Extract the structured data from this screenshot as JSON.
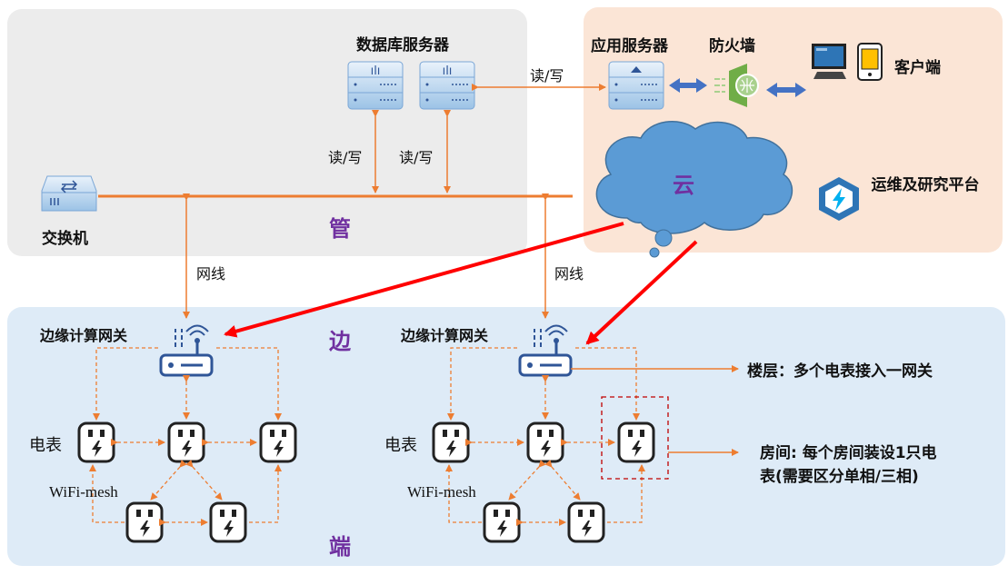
{
  "zones": {
    "guan": "管",
    "bian": "边",
    "duan": "端",
    "cloud": "云"
  },
  "labels": {
    "db_server": "数据库服务器",
    "app_server": "应用服务器",
    "firewall": "防火墙",
    "client": "客户端",
    "switch": "交换机",
    "platform": "运维及研究平台",
    "rw1": "读/写",
    "rw2": "读/写",
    "rw3": "读/写",
    "cable1": "网线",
    "cable2": "网线",
    "gateway1": "边缘计算网关",
    "gateway2": "边缘计算网关",
    "meter1": "电表",
    "meter2": "电表",
    "mesh1": "WiFi-mesh",
    "mesh2": "WiFi-mesh",
    "floor_note": "楼层：多个电表接入一网关",
    "room_note_1": "房间: 每个房间装设1只电",
    "room_note_2": "表(需要区分单相/三相)"
  },
  "colors": {
    "guan_bg": "#ECECEC",
    "cloud_bg": "#FBE5D6",
    "edge_bg": "#DEEBF7",
    "orange": "#ED7D31",
    "red": "#FF0000",
    "cloud_fill": "#5B9BD5",
    "purple": "#7030A0",
    "blue_arrow": "#4472C4"
  }
}
